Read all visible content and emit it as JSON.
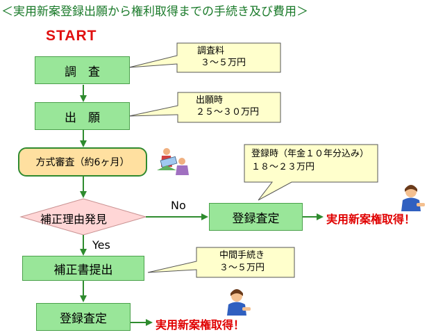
{
  "title": "＜実用新案登録出願から権利取得までの手続き及び費用＞",
  "start_label": "START",
  "steps": {
    "chousa": "調　査",
    "shutsugan": "出　願",
    "houshiki": "方式審査（約6ヶ月）",
    "hosei_riyu": "補正理由発見",
    "hosei_sho": "補正書提出",
    "toroku_satei_1": "登録査定",
    "toroku_satei_2": "登録査定"
  },
  "branch_labels": {
    "no": "No",
    "yes": "Yes"
  },
  "callouts": {
    "chousa_line1": "調査料",
    "chousa_line2": "３～５万円",
    "shutsugan_line1": "出願時",
    "shutsugan_line2": "２５～３０万円",
    "toroku_line1": "登録時（年金１０年分込み）",
    "toroku_line2": "１８～２３万円",
    "chukan_line1": "中間手続き",
    "chukan_line2": "３～５万円"
  },
  "results": {
    "result_1": "実用新案権取得！",
    "result_2": "実用新案権取得！"
  },
  "colors": {
    "box_fill": "#99e699",
    "callout_fill": "#ffffcc",
    "diamond_fill": "#ffd6d6",
    "arrow": "#2e8b2e",
    "title": "#1a7a2a",
    "result_red": "#e00000"
  }
}
